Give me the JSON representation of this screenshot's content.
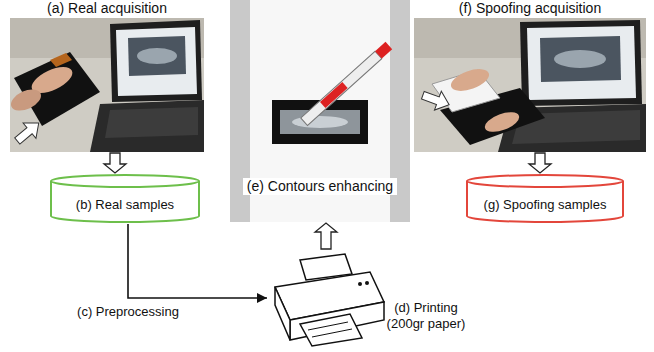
{
  "diagram": {
    "nodes": [
      {
        "text": [
          "(a) Real acquisition"
        ]
      },
      {
        "text": [
          "(b) Real samples"
        ]
      },
      {
        "text": [
          "(d) Printing (200gr paper)"
        ]
      },
      {
        "text": [
          "(e) Contours enhancing"
        ]
      },
      {
        "text": [
          "(f) Spoofing acquisition"
        ]
      },
      {
        "text": [
          "(g) Spoofing samples"
        ]
      }
    ],
    "edges": [
      {
        "from": 0,
        "to": 1,
        "arrow": "to"
      },
      {
        "from": 1,
        "to": 2,
        "label": "(c) Preprocessing",
        "arrow": "to"
      },
      {
        "from": 2,
        "to": 3,
        "arrow": "to"
      },
      {
        "from": 4,
        "to": 5,
        "arrow": "to"
      }
    ]
  }
}
